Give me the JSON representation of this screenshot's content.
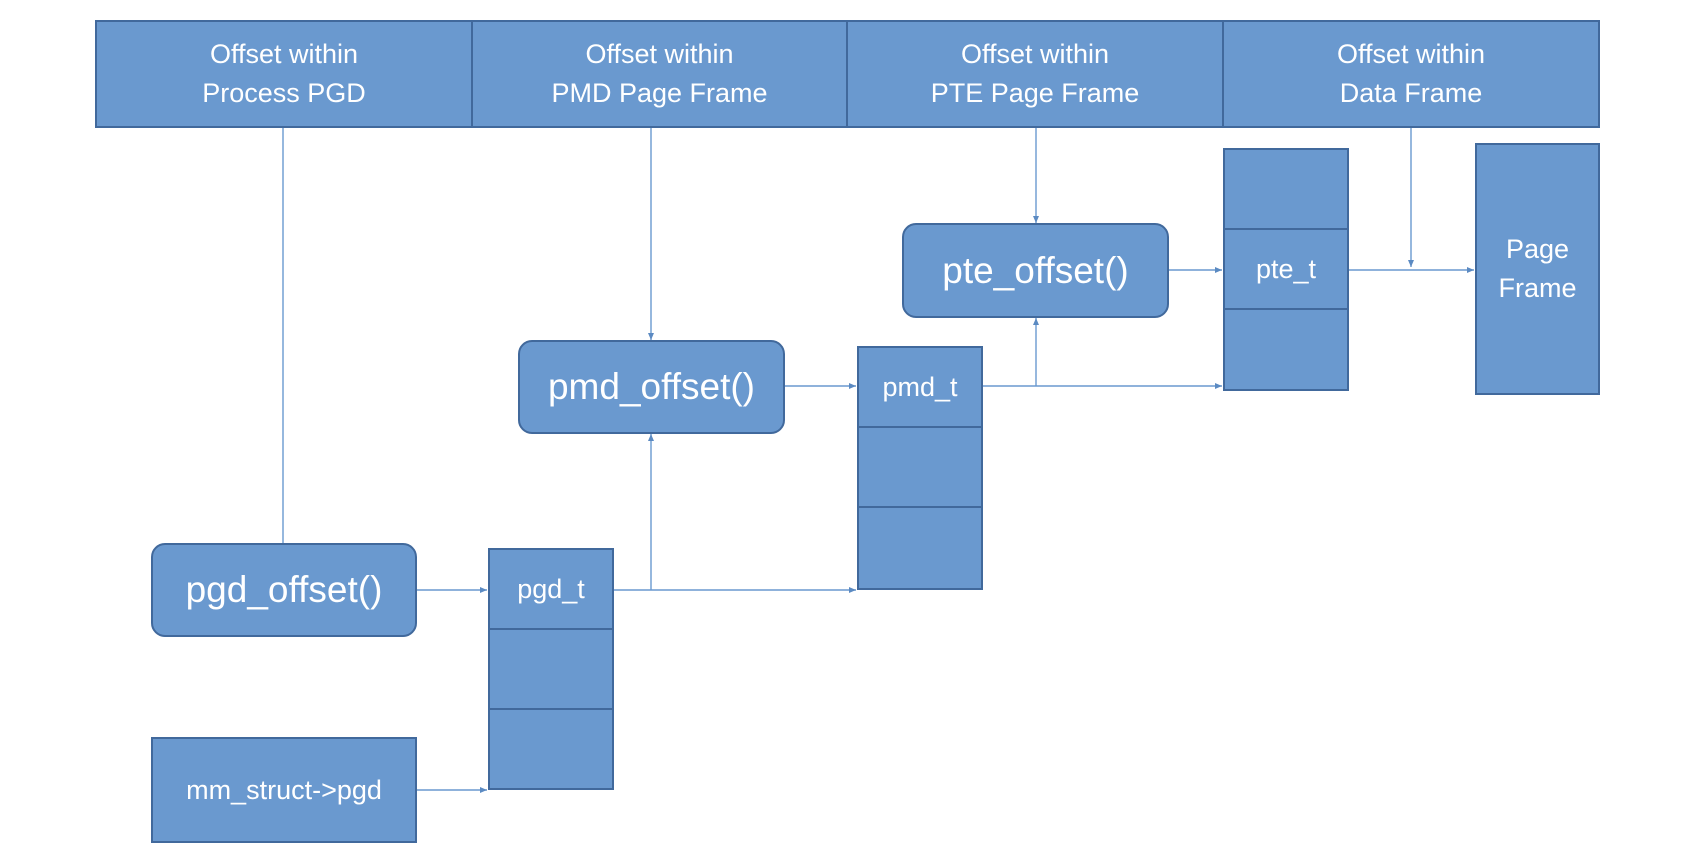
{
  "headers": [
    {
      "line1": "Offset within",
      "line2": "Process PGD"
    },
    {
      "line1": "Offset within",
      "line2": "PMD Page Frame"
    },
    {
      "line1": "Offset within",
      "line2": "PTE Page Frame"
    },
    {
      "line1": "Offset within",
      "line2": "Data Frame"
    }
  ],
  "functions": {
    "pgd": "pgd_offset()",
    "pmd": "pmd_offset()",
    "pte": "pte_offset()"
  },
  "tables": {
    "pgd": "pgd_t",
    "pmd": "pmd_t",
    "pte": "pte_t"
  },
  "mm_struct": "mm_struct->pgd",
  "page_frame": {
    "line1": "Page",
    "line2": "Frame"
  },
  "colors": {
    "fill": "#6a99cf",
    "border": "#41699c",
    "line": "#6a99cf",
    "text": "#ffffff"
  }
}
